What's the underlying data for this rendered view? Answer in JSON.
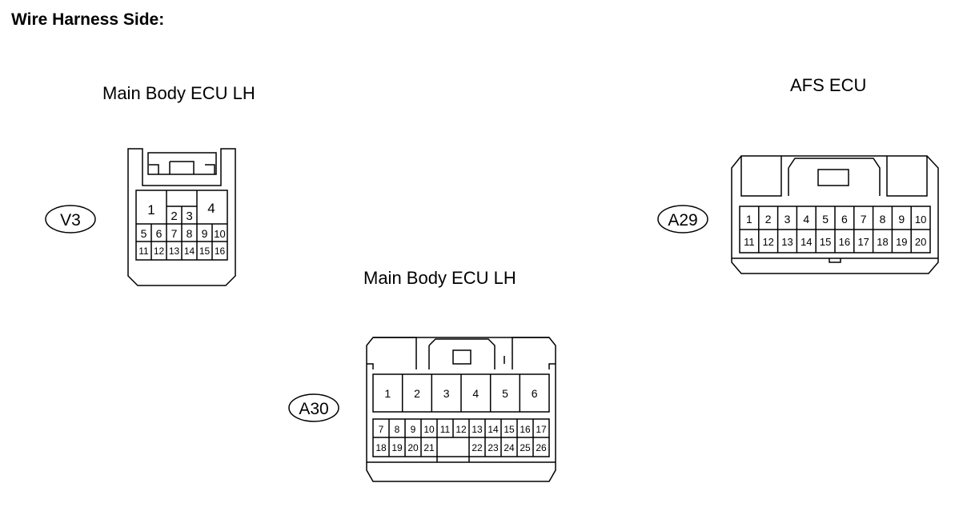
{
  "title": "Wire Harness Side:",
  "connectors": [
    {
      "id": "V3",
      "name": "Main Body ECU LH",
      "pins": {
        "big": [
          "1",
          "4"
        ],
        "small": [
          "2",
          "3"
        ],
        "row2": [
          "5",
          "6",
          "7",
          "8",
          "9",
          "10"
        ],
        "row3": [
          "11",
          "12",
          "13",
          "14",
          "15",
          "16"
        ]
      }
    },
    {
      "id": "A29",
      "name": "AFS ECU",
      "pins": {
        "row1": [
          "1",
          "2",
          "3",
          "4",
          "5",
          "6",
          "7",
          "8",
          "9",
          "10"
        ],
        "row2": [
          "11",
          "12",
          "13",
          "14",
          "15",
          "16",
          "17",
          "18",
          "19",
          "20"
        ]
      }
    },
    {
      "id": "A30",
      "name": "Main Body ECU LH",
      "pins": {
        "row1": [
          "1",
          "2",
          "3",
          "4",
          "5",
          "6"
        ],
        "row2": [
          "7",
          "8",
          "9",
          "10",
          "11",
          "12",
          "13",
          "14",
          "15",
          "16",
          "17"
        ],
        "row3_left": [
          "18",
          "19",
          "20",
          "21"
        ],
        "row3_right": [
          "22",
          "23",
          "24",
          "25",
          "26"
        ]
      }
    }
  ]
}
